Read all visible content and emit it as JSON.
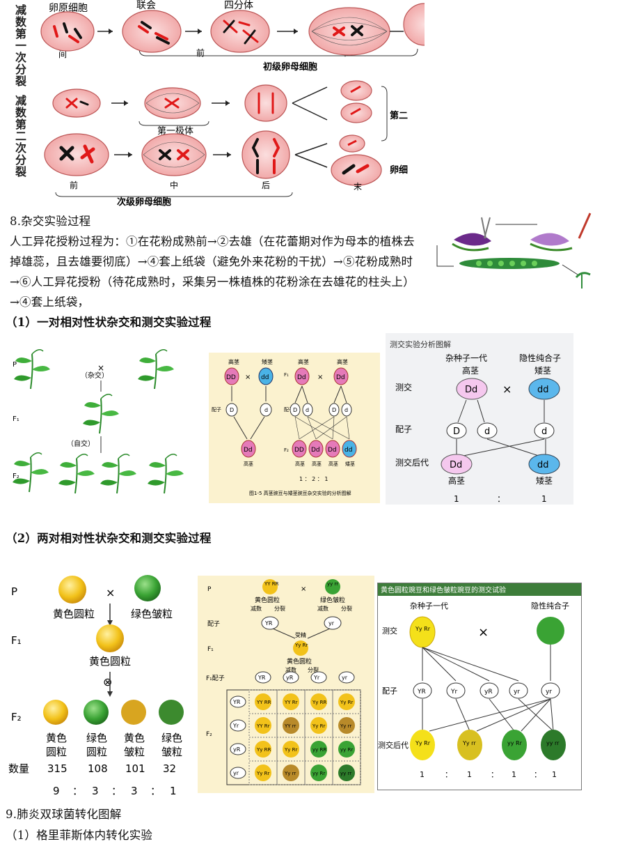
{
  "meiosis": {
    "side_label_1": "减数第一次分裂",
    "side_label_2": "减数第二次分裂",
    "stage_oogonium": "卵原细胞",
    "stage_synapsis": "联会",
    "stage_tetrad": "四分体",
    "label_interphase": "间",
    "label_prophase": "前",
    "label_metaphase": "中",
    "label_primary": "初级卵母细胞",
    "label_polar1": "第一极体",
    "label_second": "第二",
    "label_egg": "卵细",
    "label_pre2": "前",
    "label_mid2": "中",
    "label_late2": "后",
    "label_end2": "末",
    "label_secondary": "次级卵母细胞"
  },
  "section8": {
    "heading": "8.杂交实验过程",
    "body": "人工异花授粉过程为：①在花粉成熟前→②去雄（在花蕾期对作为母本的植株去掉雄蕊，且去雄要彻底）→④套上纸袋（避免外来花粉的干扰）→⑤花粉成熟时→⑥人工异花授粉（待花成熟时，采集另一株植株的花粉涂在去雄花的柱头上）→④套上纸袋，"
  },
  "sub1": {
    "heading": "（1）一对相对性状杂交和测交实验过程"
  },
  "fig1": {
    "p": "P",
    "f1": "F₁",
    "f2": "F₂",
    "cross_label": "（杂交）",
    "self_label": "（自交）"
  },
  "fig2": {
    "tall": "高茎",
    "short": "矮茎",
    "DD": "DD",
    "dd": "dd",
    "Dd": "Dd",
    "D": "D",
    "d": "d",
    "gamete": "配子",
    "ratio": "1 ： 2 ： 1",
    "caption": "图1-5 高茎豌豆与矮茎豌豆杂交实验的分析图解"
  },
  "fig3": {
    "title": "测交实验分析图解",
    "hybrid": "杂种子一代",
    "recessive": "隐性纯合子",
    "tall": "高茎",
    "short": "矮茎",
    "testcross": "测交",
    "gamete": "配子",
    "offspring": "测交后代",
    "Dd": "Dd",
    "dd": "dd",
    "D": "D",
    "d": "d",
    "r1": "1",
    "colon": "：",
    "r2": "1"
  },
  "sub2": {
    "heading": "（2）两对相对性状杂交和测交实验过程"
  },
  "fig4": {
    "P": "P",
    "F1": "F₁",
    "F2": "F₂",
    "yellow_round": "黄色圆粒",
    "green_wrinkled": "绿色皱粒",
    "cross": "×",
    "self": "⊗",
    "cols": [
      "黄色圆粒",
      "绿色圆粒",
      "黄色皱粒",
      "绿色皱粒"
    ],
    "count_label": "数量",
    "counts": [
      "315",
      "108",
      "101",
      "32"
    ],
    "ratio": [
      "9",
      "：",
      "3",
      "：",
      "3",
      "：",
      "1"
    ]
  },
  "fig5": {
    "P": "P",
    "gamete": "配子",
    "F1": "F₁",
    "F1gamete": "F₁配子",
    "F2": "F₂",
    "parent1": "黄色圆粒",
    "parent2": "绿色皱粒",
    "meiosis": "减数",
    "split": "分裂",
    "fert": "受精",
    "YR": "YR",
    "yr": "yr",
    "Yr": "Yr",
    "yR": "yR",
    "YYRR": "YY RR",
    "yyrr": "yy rr",
    "YyRr": "Yy Rr",
    "grid": [
      [
        "YY RR",
        "YY Rr",
        "Yy RR",
        "Yy Rr"
      ],
      [
        "YY Rr",
        "YY rr",
        "Yy Rr",
        "Yy rr"
      ],
      [
        "Yy RR",
        "Yy Rr",
        "yy RR",
        "yy Rr"
      ],
      [
        "Yy Rr",
        "Yy rr",
        "yy Rr",
        "yy rr"
      ]
    ],
    "rowlabels": [
      "YR",
      "Yr",
      "yR",
      "yr"
    ],
    "collabels": [
      "YR",
      "yR",
      "Yr",
      "yr"
    ]
  },
  "fig6": {
    "title": "黄色圆粒豌豆和绿色皱粒豌豆的测交试验",
    "hybrid": "杂种子一代",
    "recessive": "隐性纯合子",
    "testcross": "测交",
    "gamete": "配子",
    "offspring": "测交后代",
    "YyRr": "Yy Rr",
    "gametes": [
      "YR",
      "Yr",
      "yR",
      "yr",
      "yr"
    ],
    "off": [
      "Yy Rr",
      "Yy rr",
      "yy Rr",
      "yy rr"
    ],
    "ratio": [
      "1",
      "：",
      "1",
      "：",
      "1",
      "：",
      "1"
    ]
  },
  "section9": {
    "heading": "9.肺炎双球菌转化图解",
    "sub": "（1）格里菲斯体内转化实验"
  },
  "colors": {
    "cell_pink": "#f6c3c3",
    "chrom_red": "#e01818",
    "chrom_black": "#111111",
    "seed_yellow": "#f2c21a",
    "seed_green": "#3aa334",
    "leaf_green": "#2fa02f",
    "blue_cell": "#4ab3e6",
    "pink_cell": "#e57ab9"
  }
}
